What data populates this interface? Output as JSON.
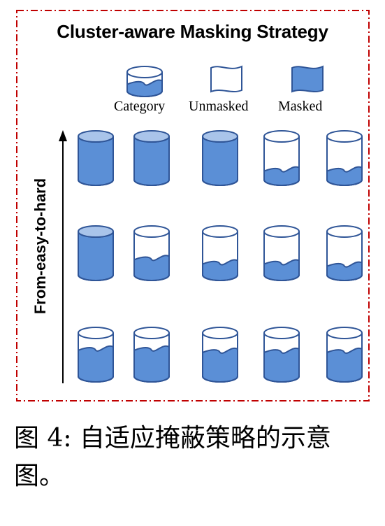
{
  "title": "Cluster-aware Masking Strategy",
  "legend": {
    "category": "Category",
    "unmasked": "Unmasked",
    "masked": "Masked"
  },
  "axis_label": "From-easy-to-hard",
  "caption": "图 4: 自适应掩蔽策略的示意图。",
  "colors": {
    "mask_fill": "#5b8fd6",
    "outline": "#2f5597",
    "border": "#c00000",
    "top_fill": "#a9c4ea"
  },
  "rows": [
    {
      "name": "top",
      "fill_levels": [
        1.0,
        1.0,
        1.0,
        0.2,
        0.2
      ]
    },
    {
      "name": "middle",
      "fill_levels": [
        1.0,
        0.35,
        0.25,
        0.25,
        0.2
      ]
    },
    {
      "name": "bottom",
      "fill_levels": [
        0.6,
        0.6,
        0.55,
        0.55,
        0.55
      ]
    }
  ]
}
